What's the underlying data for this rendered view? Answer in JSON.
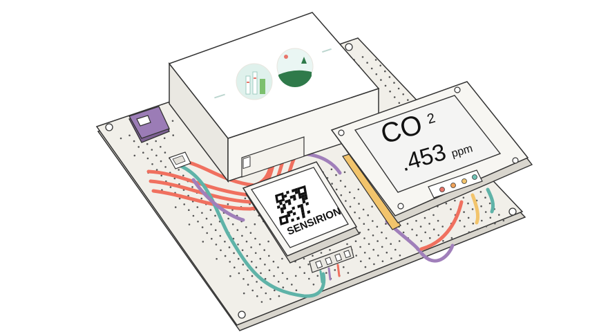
{
  "sensor_chip": {
    "brand": "SENSIRION"
  },
  "display": {
    "gas_main": "CO",
    "gas_sub": "2",
    "value": ".453",
    "unit": "ppm"
  },
  "colors": {
    "background": "#ffffff",
    "board": "#f1efe9",
    "outline": "#333333",
    "wire_red": "#f0705f",
    "wire_teal": "#5fb3a8",
    "wire_purple": "#a07fba",
    "wire_yellow": "#f2c46c",
    "button_purple": "#9b7cb6",
    "led_red": "#e8756a",
    "led_orange": "#f0a35a",
    "led_teal": "#6fc2b4",
    "logo_green": "#2f7a4a"
  }
}
